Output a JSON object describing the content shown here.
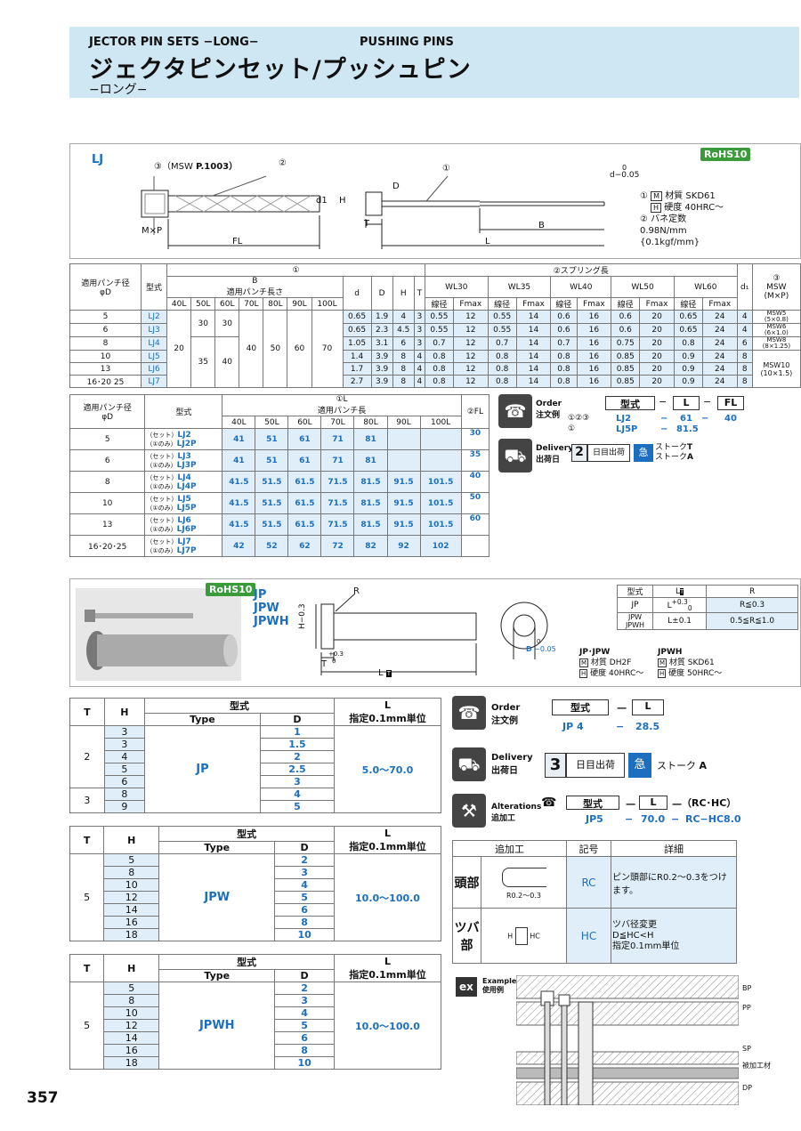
{
  "header": {
    "title_en_left": "JECTOR PIN SETS −LONG−",
    "title_en_right": "PUSHING PINS",
    "title_jp": "ジェクタピンセット/プッシュピン",
    "subtitle": "−ロング−"
  },
  "lj": {
    "code": "LJ",
    "rohs": "RoHS10",
    "callout3": "③（MSW",
    "callout3_page": "P.1003）",
    "callout2": "②",
    "callout1": "①",
    "dim_labels": {
      "fl": "FL",
      "l": "L",
      "b": "B",
      "mxp": "M×P",
      "d1": "d1",
      "h": "H",
      "t": "T",
      "D": "D",
      "d_tol": "d−0.05",
      "d_tol0": "0"
    },
    "notes": [
      "①",
      "材質 SKD61",
      "硬度 40HRC〜",
      "② バネ定数",
      "0.98N/mm",
      "{0.1kgf/mm}"
    ],
    "note_badges": [
      "M",
      "H"
    ],
    "table1": {
      "h": {
        "punch": "適用パンチ径",
        "phiD": "φD",
        "type": "型式",
        "c1": "①",
        "b": "B",
        "b_sub": "適用パンチ長さ",
        "spring": "②スプリング長",
        "c3": "③",
        "msw": "MSW",
        "mxp": "(M×P)",
        "d": "d",
        "D": "D",
        "H": "H",
        "T": "T",
        "d1": "d₁",
        "wire": "線径",
        "fmax": "Fmax"
      },
      "lens": [
        "40L",
        "50L",
        "60L",
        "70L",
        "80L",
        "90L",
        "100L"
      ],
      "wl": [
        "WL30",
        "WL35",
        "WL40",
        "WL50",
        "WL60"
      ],
      "b_vals": {
        "b40": "20",
        "b50a": "30",
        "b50b": "35",
        "b60a": "30",
        "b60b": "40",
        "b70": "40",
        "b80": "50",
        "b90": "60",
        "b100": "70"
      },
      "rows": [
        {
          "pd": "5",
          "type": "LJ2",
          "d": "0.65",
          "D": "1.9",
          "H": "4",
          "T": "3",
          "w": [
            "0.55",
            "12",
            "0.55",
            "14",
            "0.6",
            "16",
            "0.6",
            "20",
            "0.65",
            "24"
          ],
          "d1": "4",
          "msw": "MSW5",
          "msw2": "(5×0.8)"
        },
        {
          "pd": "6",
          "type": "LJ3",
          "d": "0.65",
          "D": "2.3",
          "H": "4.5",
          "T": "3",
          "w": [
            "0.55",
            "12",
            "0.55",
            "14",
            "0.6",
            "16",
            "0.6",
            "20",
            "0.65",
            "24"
          ],
          "d1": "4",
          "msw": "MSW6",
          "msw2": "(6×1.0)"
        },
        {
          "pd": "8",
          "type": "LJ4",
          "d": "1.05",
          "D": "3.1",
          "H": "6",
          "T": "3",
          "w": [
            "0.7",
            "12",
            "0.7",
            "14",
            "0.7",
            "16",
            "0.75",
            "20",
            "0.8",
            "24"
          ],
          "d1": "6",
          "msw": "MSW8",
          "msw2": "(8×1.25)"
        },
        {
          "pd": "10",
          "type": "LJ5",
          "d": "1.4",
          "D": "3.9",
          "H": "8",
          "T": "4",
          "w": [
            "0.8",
            "12",
            "0.8",
            "14",
            "0.8",
            "16",
            "0.85",
            "20",
            "0.9",
            "24"
          ],
          "d1": "8",
          "msw": "MSW10",
          "msw2": "(10×1.5)"
        },
        {
          "pd": "13",
          "type": "LJ6",
          "d": "1.7",
          "D": "3.9",
          "H": "8",
          "T": "4",
          "w": [
            "0.8",
            "12",
            "0.8",
            "14",
            "0.8",
            "16",
            "0.85",
            "20",
            "0.9",
            "24"
          ],
          "d1": "8",
          "msw": "",
          "msw2": ""
        },
        {
          "pd": "16･20 25",
          "type": "LJ7",
          "d": "2.7",
          "D": "3.9",
          "H": "8",
          "T": "4",
          "w": [
            "0.8",
            "12",
            "0.8",
            "14",
            "0.8",
            "16",
            "0.85",
            "20",
            "0.9",
            "24"
          ],
          "d1": "8",
          "msw": "",
          "msw2": ""
        }
      ]
    },
    "table2": {
      "h": {
        "punch": "適用パンチ径",
        "phiD": "φD",
        "type": "型式",
        "l": "①L",
        "l_sub": "適用パンチ長",
        "fl": "②FL"
      },
      "lens": [
        "40L",
        "50L",
        "60L",
        "70L",
        "80L",
        "90L",
        "100L"
      ],
      "set": "（セット）",
      "only": "（①のみ）",
      "rows": [
        {
          "pd": "5",
          "a": "LJ2",
          "b": "LJ2P",
          "v": [
            "41",
            "51",
            "61",
            "71",
            "81",
            "",
            ""
          ],
          "fl": "30"
        },
        {
          "pd": "6",
          "a": "LJ3",
          "b": "LJ3P",
          "v": [
            "41",
            "51",
            "61",
            "71",
            "81",
            "",
            ""
          ],
          "fl": "35"
        },
        {
          "pd": "8",
          "a": "LJ4",
          "b": "LJ4P",
          "v": [
            "41.5",
            "51.5",
            "61.5",
            "71.5",
            "81.5",
            "91.5",
            "101.5"
          ],
          "fl": "40"
        },
        {
          "pd": "10",
          "a": "LJ5",
          "b": "LJ5P",
          "v": [
            "41.5",
            "51.5",
            "61.5",
            "71.5",
            "81.5",
            "91.5",
            "101.5"
          ],
          "fl": "50"
        },
        {
          "pd": "13",
          "a": "LJ6",
          "b": "LJ6P",
          "v": [
            "41.5",
            "51.5",
            "61.5",
            "71.5",
            "81.5",
            "91.5",
            "101.5"
          ],
          "fl": "60"
        },
        {
          "pd": "16･20･25",
          "a": "LJ7",
          "b": "LJ7P",
          "v": [
            "42",
            "52",
            "62",
            "72",
            "82",
            "92",
            "102"
          ],
          "fl": ""
        }
      ]
    },
    "order": {
      "label_en": "Order",
      "label_jp": "注文例",
      "h1": "型式",
      "h2": "L",
      "h3": "FL",
      "dash": "−",
      "r1": "①②③",
      "r1a": "LJ2",
      "r1b": "61",
      "r1c": "40",
      "r2": "①",
      "r2a": "LJ5P",
      "r2b": "81.5"
    },
    "delivery": {
      "label_en": "Delivery",
      "label_jp": "出荷日",
      "days": "2",
      "days_label": "日目出荷",
      "urgent": "急",
      "s1": "ストーク",
      "s1b": "T",
      "s2": "ストーク",
      "s2b": "A"
    }
  },
  "jp": {
    "rohs": "RoHS10",
    "codes": [
      "JP",
      "JPW",
      "JPWH"
    ],
    "dims": {
      "r": "R",
      "h": "H−0.3",
      "t": "T",
      "t_tol": "+0.3",
      "t_tol0": "0",
      "l": "L",
      "lbadge": "T",
      "d": "D",
      "d_tol": "0",
      "d_tol2": "−0.05"
    },
    "rtable": {
      "h_type": "型式",
      "h_l": "L",
      "h_lb": "T",
      "h_r": "R",
      "r1": "JP",
      "r1l": "L",
      "r1lt": "+0.3",
      "r1lt0": "0",
      "r1r": "R≦0.3",
      "r2": "JPW JPWH",
      "r2l": "L±0.1",
      "r2r": "0.5≦R≦1.0"
    },
    "mat": {
      "jpjpw": "JP･JPW",
      "jpwh": "JPWH",
      "m1": "材質 DH2F",
      "h1": "硬度 40HRC〜",
      "m2": "材質 SKD61",
      "h2": "硬度 50HRC〜",
      "bm": "M",
      "bh": "H"
    },
    "th": {
      "t": "T",
      "h": "H",
      "type_jp": "型式",
      "type_en": "Type",
      "d": "D",
      "l": "L",
      "l_sub": "指定0.1mm単位"
    },
    "jp_rows": {
      "t": [
        "2",
        "3"
      ],
      "h": [
        "3",
        "3",
        "4",
        "5",
        "6",
        "8",
        "9"
      ],
      "d": [
        "1",
        "1.5",
        "2",
        "2.5",
        "3",
        "4",
        "5"
      ],
      "type": "JP",
      "l": "5.0〜70.0"
    },
    "jpw_rows": {
      "t": "5",
      "h": [
        "5",
        "8",
        "10",
        "12",
        "14",
        "16",
        "18"
      ],
      "d": [
        "2",
        "3",
        "4",
        "5",
        "6",
        "8",
        "10"
      ],
      "type": "JPW",
      "l": "10.0〜100.0"
    },
    "jpwh_rows": {
      "t": "5",
      "h": [
        "5",
        "8",
        "10",
        "12",
        "14",
        "16",
        "18"
      ],
      "d": [
        "2",
        "3",
        "4",
        "5",
        "6",
        "8",
        "10"
      ],
      "type": "JPWH",
      "l": "10.0〜100.0"
    },
    "order": {
      "label_en": "Order",
      "label_jp": "注文例",
      "h1": "型式",
      "h2": "L",
      "dash": "−",
      "v1": "JP 4",
      "v2": "28.5"
    },
    "delivery": {
      "label_en": "Delivery",
      "label_jp": "出荷日",
      "days": "3",
      "days_label": "日目出荷",
      "urgent": "急",
      "stroke": "ストーク",
      "stroke_b": "A"
    },
    "alter": {
      "label_en": "Alterations",
      "label_jp": "追加工",
      "h1": "型式",
      "h2": "L",
      "h3": "（RC･HC）",
      "dash": "−",
      "v1": "JP5",
      "v2": "70.0",
      "v3": "RC−HC8.0"
    },
    "alt_table": {
      "h1": "追加工",
      "h2": "記号",
      "h3": "詳細",
      "r1": "頭部",
      "r1code": "RC",
      "r1fig": "R0.2〜0.3",
      "r1det": "ピン頭部にR0.2〜0.3をつけます。",
      "r2": "ツバ部",
      "r2code": "HC",
      "r2fig": "H",
      "r2fig2": "HC",
      "r2det1": "ツバ径変更",
      "r2det2": "D≦HC<H",
      "r2det3": "指定0.1mm単位"
    },
    "example": {
      "label_en": "Example",
      "label_jp": "使用例",
      "bp": "BP",
      "pp": "PP",
      "sp": "SP",
      "work": "被加工材",
      "dp": "DP",
      "ex": "ex"
    }
  },
  "page_number": "357"
}
